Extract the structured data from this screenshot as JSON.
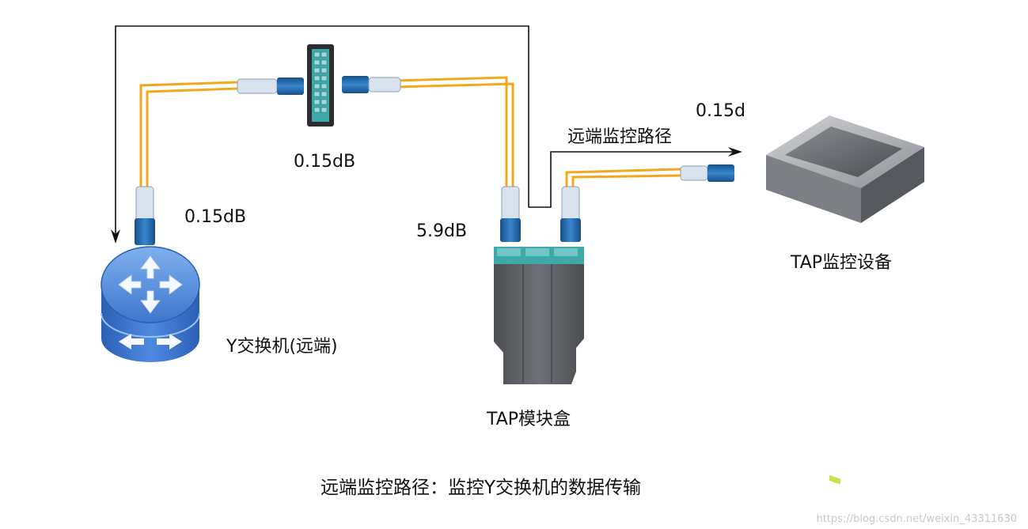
{
  "labels": {
    "loss_left": "0.15dB",
    "loss_panel": "0.15dB",
    "loss_tap": "5.9dB",
    "loss_monitor": "0.15d",
    "remote_path": "远端监控路径",
    "switch": "Y交换机(远端)",
    "tap_module": "TAP模块盒",
    "monitor_device": "TAP监控设备",
    "caption": "远端监控路径：监控Y交换机的数据传输"
  },
  "watermark": "https://blog.csdn.net/weixin_43311630",
  "colors": {
    "fiber": "#f2a81d",
    "connector": "#1d5f9e",
    "switch_body": "#3b74c8",
    "tap_body": "#5a5c60",
    "tap_port": "#3fa8a8",
    "monitor_body": "#6a6d72",
    "path_line": "#111111"
  },
  "icons": [
    "network-switch-icon",
    "fiber-patch-panel-icon",
    "tap-module-icon",
    "monitor-device-icon"
  ]
}
